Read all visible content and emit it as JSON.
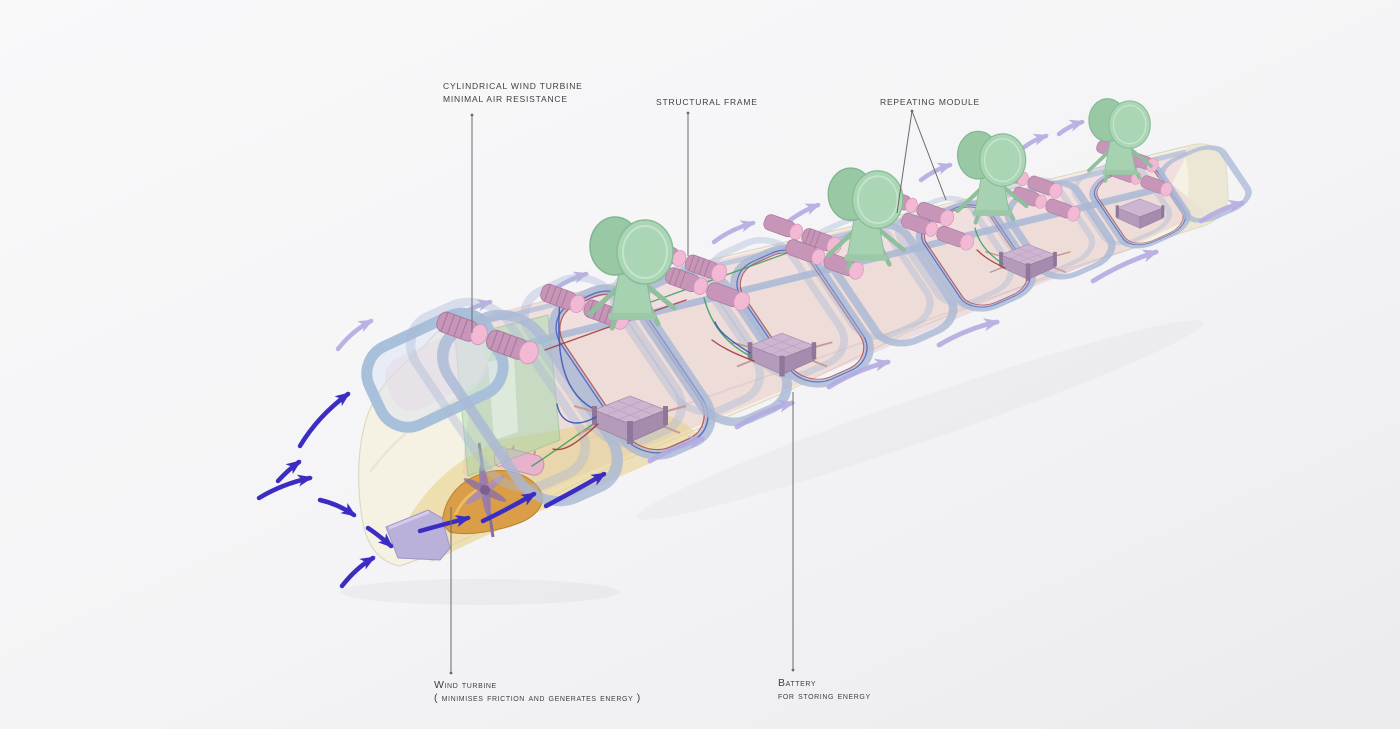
{
  "annotations": {
    "cylindrical_wind_turbine": {
      "line1": "CYLINDRICAL WIND TURBINE",
      "line2": "MINIMAL AIR RESISTANCE"
    },
    "structural_frame": {
      "label": "STRUCTURAL FRAME"
    },
    "repeating_module": {
      "label": "REPEATING MODULE"
    },
    "wind_turbine": {
      "line1": "Wind turbine",
      "line2": "( minimises friction and generates energy )"
    },
    "battery": {
      "line1": "Battery",
      "line2": "for storing energy"
    }
  },
  "colors": {
    "background": "#f4f4f6",
    "body_shell": "#f4f1e2",
    "roof_pink": "#f0d6dc",
    "frame_periwinkle": "#a9b8d6",
    "turbine_mint": "#a7d2b2",
    "cylinder_pink": "#c795b8",
    "cylinder_cap_pink": "#f3b8d3",
    "battery_mauve": "#b59bbb",
    "bulkhead_green": "#96d7a5",
    "duct_yellow": "#e9d38c",
    "scoop_amber": "#d89b41",
    "fan_purple": "#9a7cab",
    "skirt_lavender": "#b9b1d9",
    "airflow_dark": "#3b2dc4",
    "airflow_light": "#b4abe2",
    "wire_red": "#a53a3a",
    "wire_blue": "#3c50b5",
    "wire_green": "#3e9e5f",
    "label_text": "#3f3f3f",
    "callout_line": "#6a6a6a"
  }
}
